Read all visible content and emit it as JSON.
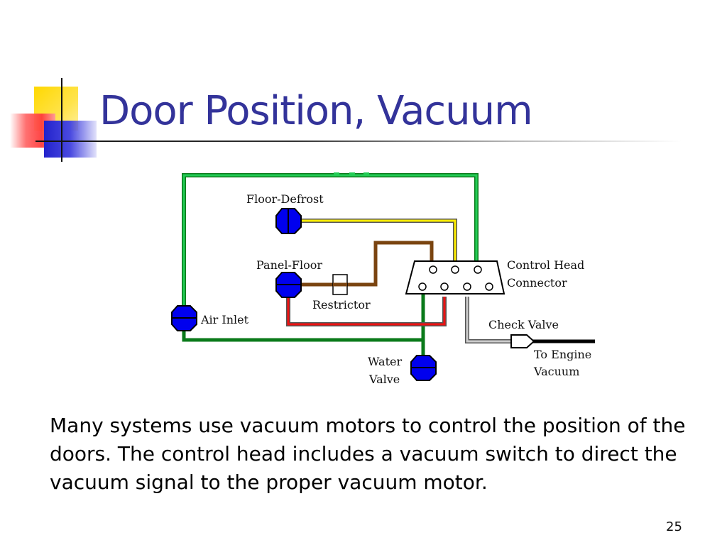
{
  "slide": {
    "title": "Door Position, Vacuum",
    "body": "Many systems use vacuum motors to control the position of the doors. The control head includes a vacuum switch to direct the vacuum signal to the proper vacuum motor.",
    "page_number": "25"
  },
  "diagram": {
    "labels": {
      "floor_defrost": "Floor-Defrost",
      "panel_floor": "Panel-Floor",
      "restrictor": "Restrictor",
      "air_inlet": "Air Inlet",
      "water_valve_line1": "Water",
      "water_valve_line2": "Valve",
      "control_head_line1": "Control Head",
      "control_head_line2": "Connector",
      "check_valve": "Check Valve",
      "engine_vacuum_line1": "To Engine",
      "engine_vacuum_line2": "Vacuum"
    },
    "colors": {
      "title": "#33339a",
      "motor_blue": "#0000ee",
      "hose_green_light": "#22cc55",
      "hose_green_dark": "#0a7a1a",
      "hose_yellow": "#ffee00",
      "hose_brown": "#7a4410",
      "hose_red": "#ee1111",
      "hose_gray": "#aaaaaa",
      "vacuum_black": "#000000"
    }
  }
}
